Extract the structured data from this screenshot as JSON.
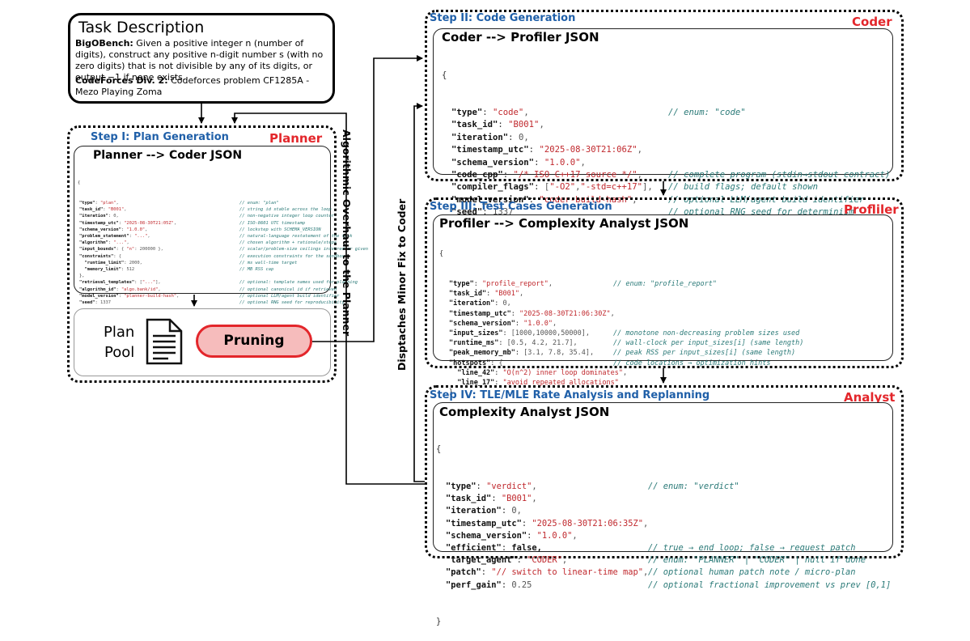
{
  "task": {
    "title": "Task Description",
    "bigo_label": "BigOBench:",
    "bigo_text": " Given a positive integer n (number of digits), construct any positive n-digit number s (with no zero digits) that is not divisible by any of its digits, or output −1 if none exists.",
    "cf_label": "CodeForces Div. 2:",
    "cf_text": " Codeforces problem CF1285A - Mezo Playing Zoma"
  },
  "planner": {
    "step": "Step I: Plan Generation",
    "role": "Planner",
    "box_title": "Planner --> Coder JSON",
    "open": "{",
    "close": "}",
    "lines": [
      {
        "k": "\"type\"",
        "v": ": \"plan\",",
        "c": "// enum: \"plan\""
      },
      {
        "k": "\"task_id\"",
        "v": ": \"B001\",",
        "c": "// string id stable across the loop"
      },
      {
        "k": "\"iteration\"",
        "v": ": 0,",
        "c": "// non-negative integer loop counter"
      },
      {
        "k": "\"timestamp_utc\"",
        "v": ": \"2025-08-30T21:05Z\",",
        "c": "// ISO-8601 UTC timestamp"
      },
      {
        "k": "\"schema_version\"",
        "v": ": \"1.0.0\",",
        "c": "// lockstep with SCHEMA_VERSION"
      },
      {
        "k": "\"problem_statement\"",
        "v": ": \"...\",",
        "c": "// natural-language restatement of the task"
      },
      {
        "k": "\"algorithm\"",
        "v": ": \"...\",",
        "c": "// chosen algorithm + rationale/steps"
      },
      {
        "k": "\"input_bounds\"",
        "v": ": { \"n\": 200000 },",
        "c": "// scalar/problem-size ceilings inferred or given"
      },
      {
        "k": "\"constraints\"",
        "v": ": {",
        "c": "// execution constraints for the sandbox"
      },
      {
        "k": "  \"runtime_limit\"",
        "v": ": 2000,",
        "c": "// ms wall-time target"
      },
      {
        "k": "  \"memory_limit\"",
        "v": ": 512",
        "c": "// MB RSS cap"
      },
      {
        "k": "",
        "v": "},",
        "c": ""
      },
      {
        "k": "\"retrieval_templates\"",
        "v": ": [\"...\"],",
        "c": "// optional: template names used for planning"
      },
      {
        "k": "\"algorithm_id\"",
        "v": ": \"algo.bank/id\",",
        "c": "// optional canonical id if retrieved"
      },
      {
        "k": "\"model_version\"",
        "v": ": \"planner-build-hash\",",
        "c": "// optional LLM/agent build identifier"
      },
      {
        "k": "\"seed\"",
        "v": ": 1337",
        "c": "// optional RNG seed for reproducibility"
      }
    ],
    "plan_pool": "Plan\nPool",
    "pruning": "Pruning"
  },
  "coder": {
    "step": "Step II: Code Generation",
    "role": "Coder",
    "box_title": "Coder --> Profiler JSON",
    "open": "{",
    "close": "}",
    "lines": [
      {
        "k": "\"type\"",
        "v": ": \"code\",",
        "c": "// enum: \"code\""
      },
      {
        "k": "\"task_id\"",
        "v": ": \"B001\",",
        "c": ""
      },
      {
        "k": "\"iteration\"",
        "v": ": 0,",
        "c": ""
      },
      {
        "k": "\"timestamp_utc\"",
        "v": ": \"2025-08-30T21:06Z\",",
        "c": ""
      },
      {
        "k": "\"schema_version\"",
        "v": ": \"1.0.0\",",
        "c": ""
      },
      {
        "k": "\"code_cpp\"",
        "v": ": \"/* ISO C++17 source */\",",
        "c": "// complete program (stdin→stdout contract)"
      },
      {
        "k": "\"compiler_flags\"",
        "v": ": [\"-O2\",\"-std=c++17\"],",
        "c": "// build flags; default shown"
      },
      {
        "k": "\"model_version\"",
        "v": ": \"coder-build-hash\",",
        "c": "// optional LLM/agent build identifier"
      },
      {
        "k": "\"seed\"",
        "v": ": 1337",
        "c": "// optional RNG seed for determinism"
      }
    ]
  },
  "profiler": {
    "step": "Step III: Test Cases Generation",
    "role": "Profliler",
    "box_title": "Profiler --> Complexity Analyst JSON",
    "open": "{",
    "close": "}",
    "lines": [
      {
        "k": "\"type\"",
        "v": ": \"profile_report\",",
        "c": "// enum: \"profile_report\""
      },
      {
        "k": "\"task_id\"",
        "v": ": \"B001\",",
        "c": ""
      },
      {
        "k": "\"iteration\"",
        "v": ": 0,",
        "c": ""
      },
      {
        "k": "\"timestamp_utc\"",
        "v": ": \"2025-08-30T21:06:30Z\",",
        "c": ""
      },
      {
        "k": "\"schema_version\"",
        "v": ": \"1.0.0\",",
        "c": ""
      },
      {
        "k": "\"input_sizes\"",
        "v": ": [1000,10000,50000],",
        "c": "// monotone non-decreasing problem sizes used"
      },
      {
        "k": "\"runtime_ms\"",
        "v": ": [0.5, 4.2, 21.7],",
        "c": "// wall-clock per input_sizes[i] (same length)"
      },
      {
        "k": "\"peak_memory_mb\"",
        "v": ": [3.1, 7.8, 35.4],",
        "c": "// peak RSS per input_sizes[i] (same length)"
      },
      {
        "k": "\"hotspots\"",
        "v": ": {",
        "c": "// code locations → optimization hints"
      },
      {
        "k": "  \"line_42\"",
        "v": ": \"O(n^2) inner loop dominates\",",
        "c": ""
      },
      {
        "k": "  \"line_17\"",
        "v": ": \"avoid repeated allocations\"",
        "c": ""
      },
      {
        "k": "",
        "v": "}",
        "c": ""
      }
    ]
  },
  "analyst": {
    "step": "Step IV: TLE/MLE Rate Analysis and Replanning",
    "role": "Analyst",
    "box_title": "Complexity Analyst JSON",
    "open": "{",
    "close": "}",
    "lines": [
      {
        "k": "\"type\"",
        "v": ": \"verdict\",",
        "c": "// enum: \"verdict\""
      },
      {
        "k": "\"task_id\"",
        "v": ": \"B001\",",
        "c": ""
      },
      {
        "k": "\"iteration\"",
        "v": ": 0,",
        "c": ""
      },
      {
        "k": "\"timestamp_utc\"",
        "v": ": \"2025-08-30T21:06:35Z\",",
        "c": ""
      },
      {
        "k": "\"schema_version\"",
        "v": ": \"1.0.0\",",
        "c": ""
      },
      {
        "k": "\"efficient\"",
        "v": ": false,",
        "c": "// true → end loop; false → request patch"
      },
      {
        "k": "\"target_agent\"",
        "v": ": \"CODER\",",
        "c": "// enum: \"PLANNER\" | \"CODER\" | null if done"
      },
      {
        "k": "\"patch\"",
        "v": ": \"// switch to linear-time map\",",
        "c": "// optional human patch note / micro-plan"
      },
      {
        "k": "\"perf_gain\"",
        "v": ": 0.25",
        "c": "// optional fractional improvement vs prev [0,1]"
      }
    ]
  },
  "flows": {
    "overhaul": "Algorithmic Overhaul to the Planner",
    "minor_fix": "Disptaches Minor Fix to Coder"
  },
  "colors": {
    "step_blue": "#1f5fa8",
    "role_red": "#e3262b",
    "pruning_fill": "#f6bcbc",
    "pruning_border": "#e3262b"
  }
}
